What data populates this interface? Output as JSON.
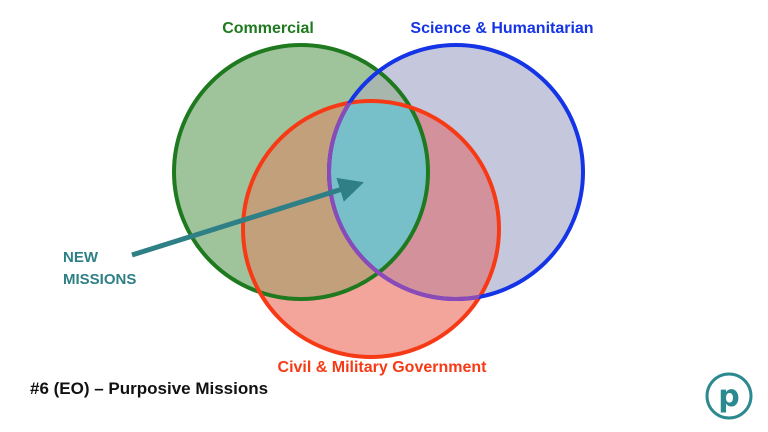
{
  "diagram": {
    "sets": [
      {
        "key": "commercial",
        "label": "Commercial",
        "stroke": "#1f7a1f",
        "fill": "#9fc39a",
        "label_color": "#1f7a1f"
      },
      {
        "key": "science",
        "label": "Science & Humanitarian",
        "stroke": "#1434e6",
        "fill": "#c5c8dc",
        "label_color": "#1434e6"
      },
      {
        "key": "civil",
        "label": "Civil & Military Government",
        "stroke": "#f73a16",
        "fill": "#f3a59c",
        "label_color": "#f73a16"
      }
    ],
    "intersection_fill": "#78c0c9",
    "intersection_stroke": "#8a4ab8",
    "callout": {
      "lines": [
        "NEW",
        "MISSIONS"
      ],
      "color": "#2e7f86"
    }
  },
  "slide": {
    "title": "#6 (EO) – Purposive Missions"
  },
  "logo": {
    "letter": "p",
    "color": "#2a8a8f"
  }
}
